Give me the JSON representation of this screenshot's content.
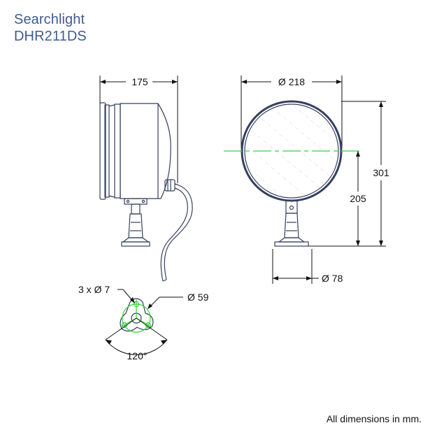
{
  "title": {
    "line1": "Searchlight",
    "line2": "DHR211DS"
  },
  "dimensions": {
    "side_depth": "175",
    "front_diameter": "Ø 218",
    "total_height": "301",
    "center_height": "205",
    "base_diameter": "Ø 78",
    "hole_spec": "3 x Ø 7",
    "bolt_circle": "Ø 59",
    "hole_angle": "120°"
  },
  "footnote": "All dimensions in mm.",
  "colors": {
    "title": "#3f5c8f",
    "outline": "#34405e",
    "centerline": "#39d439",
    "dimension": "#111111"
  }
}
